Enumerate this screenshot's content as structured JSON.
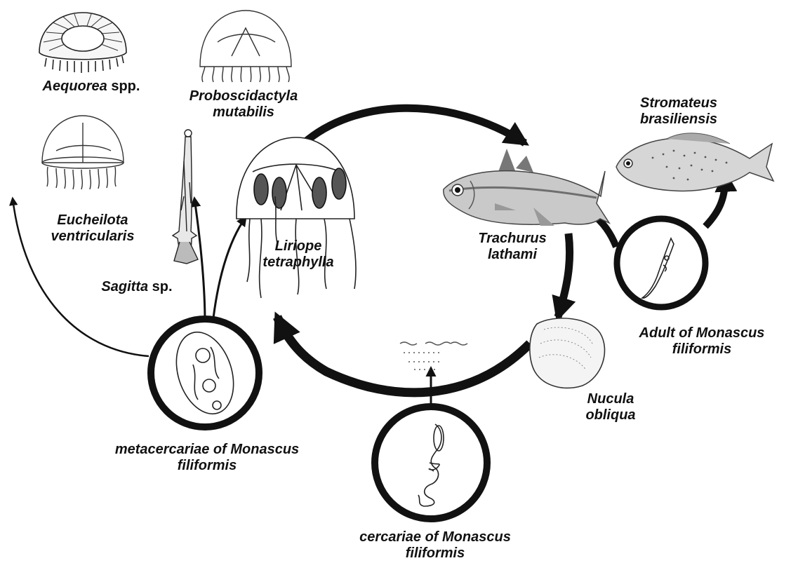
{
  "labels": {
    "aequorea": {
      "genus": "Aequorea",
      "suffix": " spp."
    },
    "proboscidactyla": {
      "line1": "Proboscidactyla",
      "line2": "mutabilis"
    },
    "eucheilota": {
      "line1": "Eucheilota",
      "line2": "ventricularis"
    },
    "sagitta": {
      "genus": "Sagitta",
      "suffix": " sp."
    },
    "liriope": {
      "line1": "Liriope",
      "line2": "tetraphylla"
    },
    "stromateus": {
      "line1": "Stromateus",
      "line2": "brasiliensis"
    },
    "trachurus": {
      "line1": "Trachurus",
      "line2": "lathami"
    },
    "adult": {
      "line1": "Adult of Monascus",
      "line2": "filiformis"
    },
    "nucula": {
      "line1": "Nucula",
      "line2": "obliqua"
    },
    "metacercariae": {
      "line1": "metacercariae of Monascus",
      "line2": "filiformis"
    },
    "cercariae": {
      "line1": "cercariae of Monascus",
      "line2": "filiformis"
    }
  },
  "colors": {
    "ink": "#111111",
    "fish_body": "#c9c9c9",
    "fish_dark": "#6e6e6e",
    "line_art": "#222222",
    "background": "#ffffff"
  },
  "icons": [
    "aequorea-medusa-icon",
    "proboscidactyla-medusa-icon",
    "eucheilota-medusa-icon",
    "sagitta-arrow-worm-icon",
    "liriope-medusa-icon",
    "trachurus-fish-icon",
    "stromateus-fish-icon",
    "nucula-clam-icon",
    "adult-worm-icon",
    "metacercaria-icon",
    "cercaria-icon"
  ]
}
